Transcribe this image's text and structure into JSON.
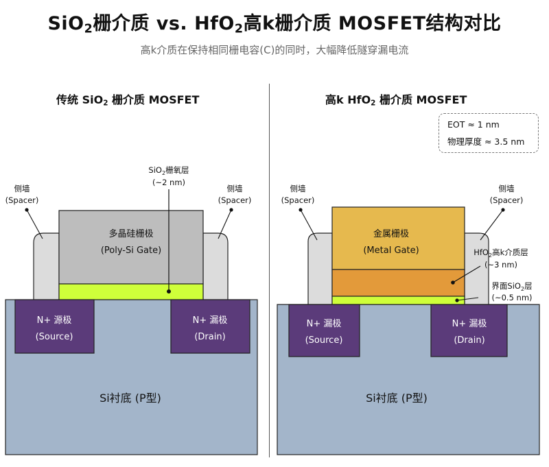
{
  "header": {
    "title_a": "SiO",
    "title_sub1": "2",
    "title_b": "栅介质 vs. HfO",
    "title_sub2": "2",
    "title_c": "高k栅介质 MOSFET结构对比",
    "subtitle": "高k介质在保持相同栅电容(C)的同时，大幅降低隧穿漏电流"
  },
  "left": {
    "title_a": "传统 SiO",
    "title_sub": "2",
    "title_b": " 栅介质 MOSFET",
    "gate_line1": "多晶硅栅极",
    "gate_line2": "(Poly-Si Gate)",
    "oxide_label_a": "SiO",
    "oxide_label_sub": "2",
    "oxide_label_b": "栅氧层",
    "oxide_thickness": "(~2 nm)",
    "spacer_left_line1": "侧墙",
    "spacer_left_line2": "(Spacer)",
    "spacer_right_line1": "侧墙",
    "spacer_right_line2": "(Spacer)",
    "source_line1": "N+ 源极",
    "source_line2": "(Source)",
    "drain_line1": "N+ 漏极",
    "drain_line2": "(Drain)",
    "substrate": "Si衬底 (P型)"
  },
  "right": {
    "title_a": "高k HfO",
    "title_sub": "2",
    "title_b": " 栅介质 MOSFET",
    "eot_line1": "EOT ≈ 1 nm",
    "eot_line2": "物理厚度 ≈ 3.5 nm",
    "gate_line1": "金属栅极",
    "gate_line2": "(Metal Gate)",
    "hfo_label_a": "HfO",
    "hfo_label_sub": "2",
    "hfo_label_b": "高k介质层",
    "hfo_thickness": "(~3 nm)",
    "interface_label_a": "界面SiO",
    "interface_label_sub": "2",
    "interface_label_b": "层",
    "interface_thickness": "(~0.5 nm)",
    "spacer_left_line1": "侧墙",
    "spacer_left_line2": "(Spacer)",
    "spacer_right_line1": "侧墙",
    "spacer_right_line2": "(Spacer)",
    "source_line1": "N+ 漏极",
    "source_line2": "(Source)",
    "drain_line1": "N+ 漏极",
    "drain_line2": "(Drain)",
    "substrate": "Si衬底 (P型)"
  },
  "colors": {
    "substrate": "#a3b5ca",
    "diffusion": "#5b3b7a",
    "poly_gate": "#bdbdbd",
    "metal_gate": "#e6b94e",
    "hfo2": "#e39a3a",
    "sio2": "#cfff3a",
    "spacer": "#dcdcdc"
  }
}
